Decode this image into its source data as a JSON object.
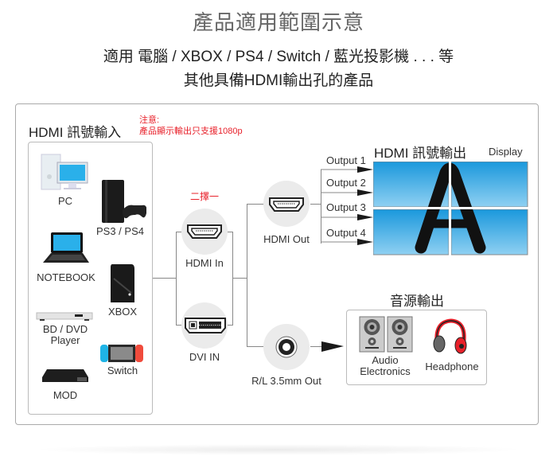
{
  "header": {
    "title": "產品適用範圍示意",
    "subtitle_line1": "適用 電腦 / XBOX / PS4 / Switch / 藍光投影機 . . . 等",
    "subtitle_line2": "其他具備HDMI輸出孔的產品"
  },
  "input_section": {
    "title": "HDMI 訊號輸入",
    "note_line1": "注意:",
    "note_line2": "產品顯示輸出只支援1080p",
    "devices": [
      {
        "label": "PC",
        "icon": "pc-icon"
      },
      {
        "label": "PS3 / PS4",
        "icon": "playstation-icon"
      },
      {
        "label": "NOTEBOOK",
        "icon": "notebook-icon"
      },
      {
        "label": "XBOX",
        "icon": "xbox-icon"
      },
      {
        "label": "BD / DVD",
        "label2": "Player",
        "icon": "bd-player-icon"
      },
      {
        "label": "Switch",
        "icon": "switch-icon"
      },
      {
        "label": "MOD",
        "icon": "mod-box-icon"
      }
    ]
  },
  "ports": {
    "select_note": "二擇一",
    "hdmi_in": "HDMI In",
    "dvi_in": "DVI IN",
    "hdmi_out": "HDMI Out",
    "audio_out": "R/L 3.5mm Out"
  },
  "output_section": {
    "title": "HDMI 訊號輸出",
    "display_label": "Display",
    "outputs": [
      "Output 1",
      "Output 2",
      "Output 3",
      "Output 4"
    ],
    "display_letter": "A"
  },
  "audio_section": {
    "title": "音源輸出",
    "devices": [
      {
        "label": "Audio",
        "label2": "Electronics",
        "icon": "speaker-icon"
      },
      {
        "label": "Headphone",
        "icon": "headphone-icon"
      }
    ]
  },
  "colors": {
    "note_red": "#e8202a",
    "screen_blue": "#1ea0e0"
  }
}
